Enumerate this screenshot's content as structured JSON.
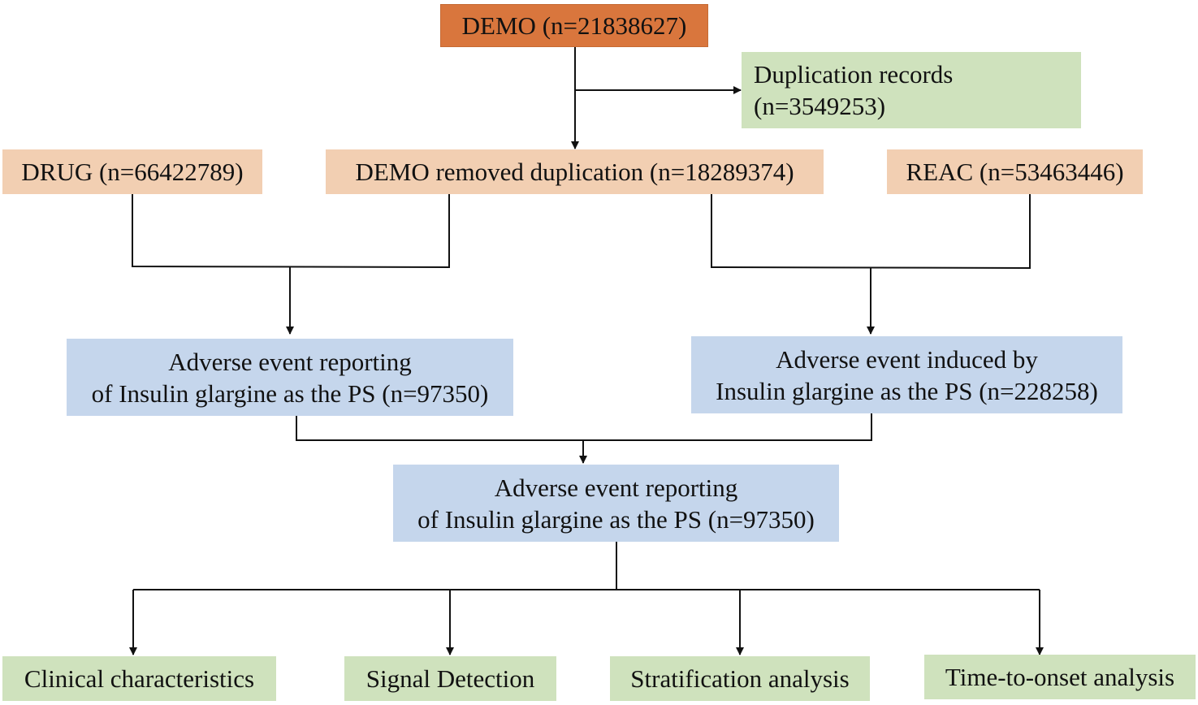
{
  "colors": {
    "source": "#d9763d",
    "dataset": "#f2cfb2",
    "excluded": "#cfe2bd",
    "merged": "#c5d6ec",
    "analysis": "#cfe2bd",
    "line": "#111111"
  },
  "nodes": {
    "demo": "DEMO (n=21838627)",
    "duplication": [
      "Duplication records",
      "(n=3549253)"
    ],
    "drug": "DRUG (n=66422789)",
    "demo_removed": "DEMO removed duplication (n=18289374)",
    "reac": "REAC (n=53463446)",
    "ae_reporting_left": [
      "Adverse event reporting",
      "of Insulin glargine as the PS (n=97350)"
    ],
    "ae_induced": [
      "Adverse event induced by",
      "Insulin glargine as the PS (n=228258)"
    ],
    "ae_reporting_final": [
      "Adverse event reporting",
      "of Insulin glargine as the PS (n=97350)"
    ],
    "analyses": [
      "Clinical characteristics",
      "Signal Detection",
      "Stratification analysis",
      "Time-to-onset analysis"
    ]
  }
}
